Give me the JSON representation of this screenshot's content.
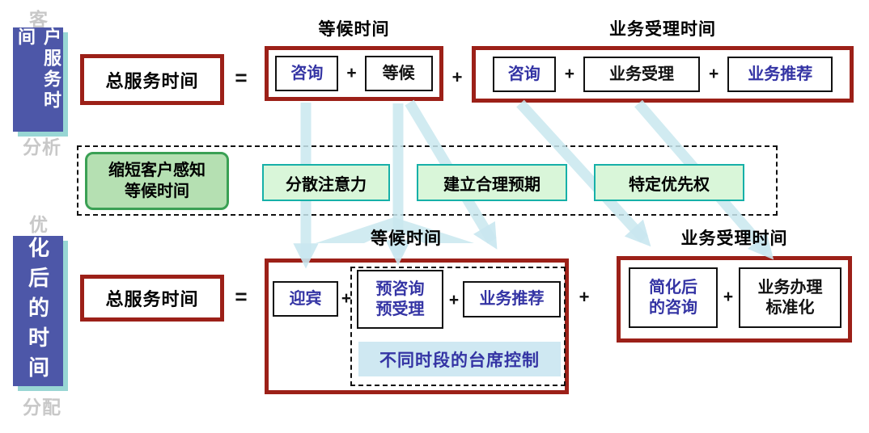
{
  "title_tabs": [
    {
      "ghost_top": "客",
      "label": "户服务时间",
      "ghost_bottom": "分析",
      "full_meaning": "客户服务时间分析"
    },
    {
      "ghost_top": "优",
      "label": "化后的时间",
      "ghost_bottom": "分配",
      "full_meaning": "优化后的时间分配"
    }
  ],
  "operators": {
    "equals": "=",
    "plus": "+"
  },
  "top_equation": {
    "total": "总服务时间",
    "wait_group": {
      "label": "等候时间",
      "term1": "咨询",
      "term2": "等候"
    },
    "service_group": {
      "label": "业务受理时间",
      "term1": "咨询",
      "term2": "业务受理",
      "term3": "业务推荐"
    }
  },
  "strategy_band": {
    "lead_line1": "缩短客户感知",
    "lead_line2": "等候时间",
    "item1": "分散注意力",
    "item2": "建立合理预期",
    "item3": "特定优先权"
  },
  "bottom_equation": {
    "total": "总服务时间",
    "wait_group": {
      "label": "等候时间",
      "term1": "迎宾",
      "term2_line1": "预咨询",
      "term2_line2": "预受理",
      "term3": "业务推荐",
      "note": "不同时段的台席控制"
    },
    "service_group": {
      "label": "业务受理时间",
      "term1_line1": "简化后",
      "term1_line2": "的咨询",
      "term2_line1": "业务办理",
      "term2_line2": "标准化"
    }
  },
  "arrows": [
    {
      "from": "咨询(等候时间)",
      "to": "迎宾"
    },
    {
      "from": "等候",
      "to": "预咨询预受理"
    },
    {
      "from": "等候",
      "to": "业务推荐(优化后)"
    },
    {
      "from": "咨询(业务受理时间)",
      "to": "简化后的咨询"
    },
    {
      "from": "业务受理",
      "to": "业务办理标准化"
    }
  ],
  "colors": {
    "group_border": "#9c2018",
    "term_blue": "#3434a4",
    "tab_bg": "#4d57a8",
    "tab_shadow": "#98d6d4",
    "arrow_fill": "#c9e7ef",
    "lead_bg": "#b5e0b2",
    "lead_border": "#3aa054",
    "item_bg": "#d9f6d9",
    "item_border": "#16b0a8",
    "note_bg": "#cfe8f2"
  }
}
